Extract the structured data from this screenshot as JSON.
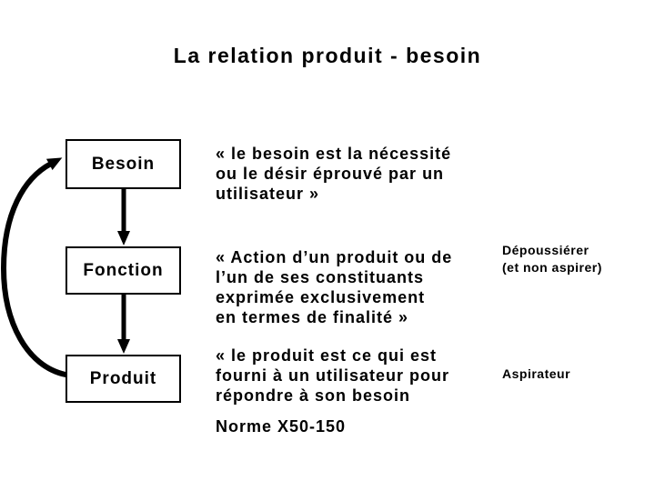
{
  "title": "La relation produit - besoin",
  "diagram": {
    "boxes": [
      {
        "id": "besoin",
        "label": "Besoin"
      },
      {
        "id": "fonction",
        "label": "Fonction"
      },
      {
        "id": "produit",
        "label": "Produit"
      }
    ],
    "connectors": [
      {
        "from": "besoin",
        "to": "fonction",
        "style": "straight-down-arrow"
      },
      {
        "from": "fonction",
        "to": "produit",
        "style": "straight-down-arrow"
      },
      {
        "from": "produit",
        "to": "besoin",
        "style": "curved-feedback-arrow-left"
      }
    ]
  },
  "definitions": [
    {
      "for": "besoin",
      "text": "« le besoin est la nécessité\nou le désir éprouvé par un\nutilisateur »"
    },
    {
      "for": "fonction",
      "text": "« Action d’un produit ou de\nl’un de ses constituants\nexprimée exclusivement\nen termes de finalité »"
    },
    {
      "for": "produit",
      "text": "« le produit est ce qui est\nfourni à un utilisateur pour\nrépondre à son besoin"
    }
  ],
  "examples": [
    {
      "for": "fonction",
      "text": "Dépoussiérer\n(et non aspirer)"
    },
    {
      "for": "produit",
      "text": "Aspirateur"
    }
  ],
  "footnote": "Norme X50-150",
  "colors": {
    "background": "#ffffff",
    "text": "#000000",
    "box_border": "#000000",
    "arrow": "#000000"
  }
}
